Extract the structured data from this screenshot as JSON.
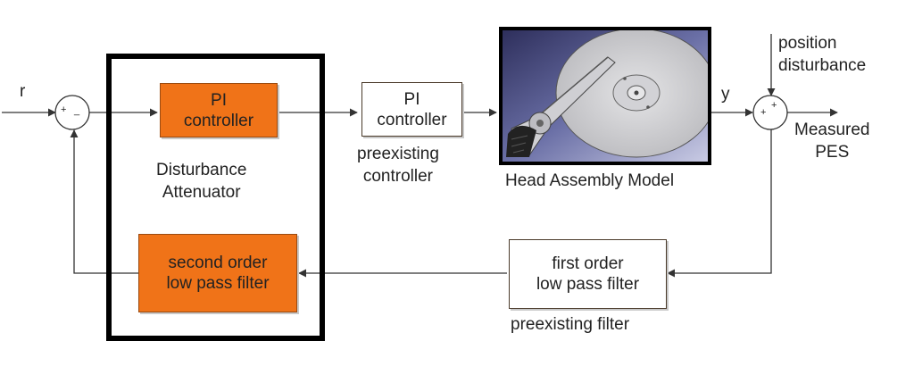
{
  "signals": {
    "reference": "r",
    "output": "y",
    "disturbance_line1": "position",
    "disturbance_line2": "disturbance",
    "measured_line1": "Measured",
    "measured_line2": "PES"
  },
  "summing_junctions": {
    "left": {
      "top_sign": "+",
      "right_sign": "_"
    },
    "right": {
      "left_sign": "+",
      "top_sign": "+"
    }
  },
  "attenuator": {
    "pi_block_line1": "PI",
    "pi_block_line2": "controller",
    "title_line1": "Disturbance",
    "title_line2": "Attenuator",
    "filter_line1": "second order",
    "filter_line2": "low pass filter"
  },
  "preexisting_controller": {
    "block_line1": "PI",
    "block_line2": "controller",
    "caption_line1": "preexisting",
    "caption_line2": "controller"
  },
  "plant": {
    "caption": "Head Assembly Model"
  },
  "preexisting_filter": {
    "block_line1": "first order",
    "block_line2": "low pass filter",
    "caption": "preexisting filter"
  },
  "colors": {
    "attenuator_blocks": "#f07318",
    "frame": "#000000",
    "wires": "#333333",
    "disk_background": "#4a4e86"
  }
}
